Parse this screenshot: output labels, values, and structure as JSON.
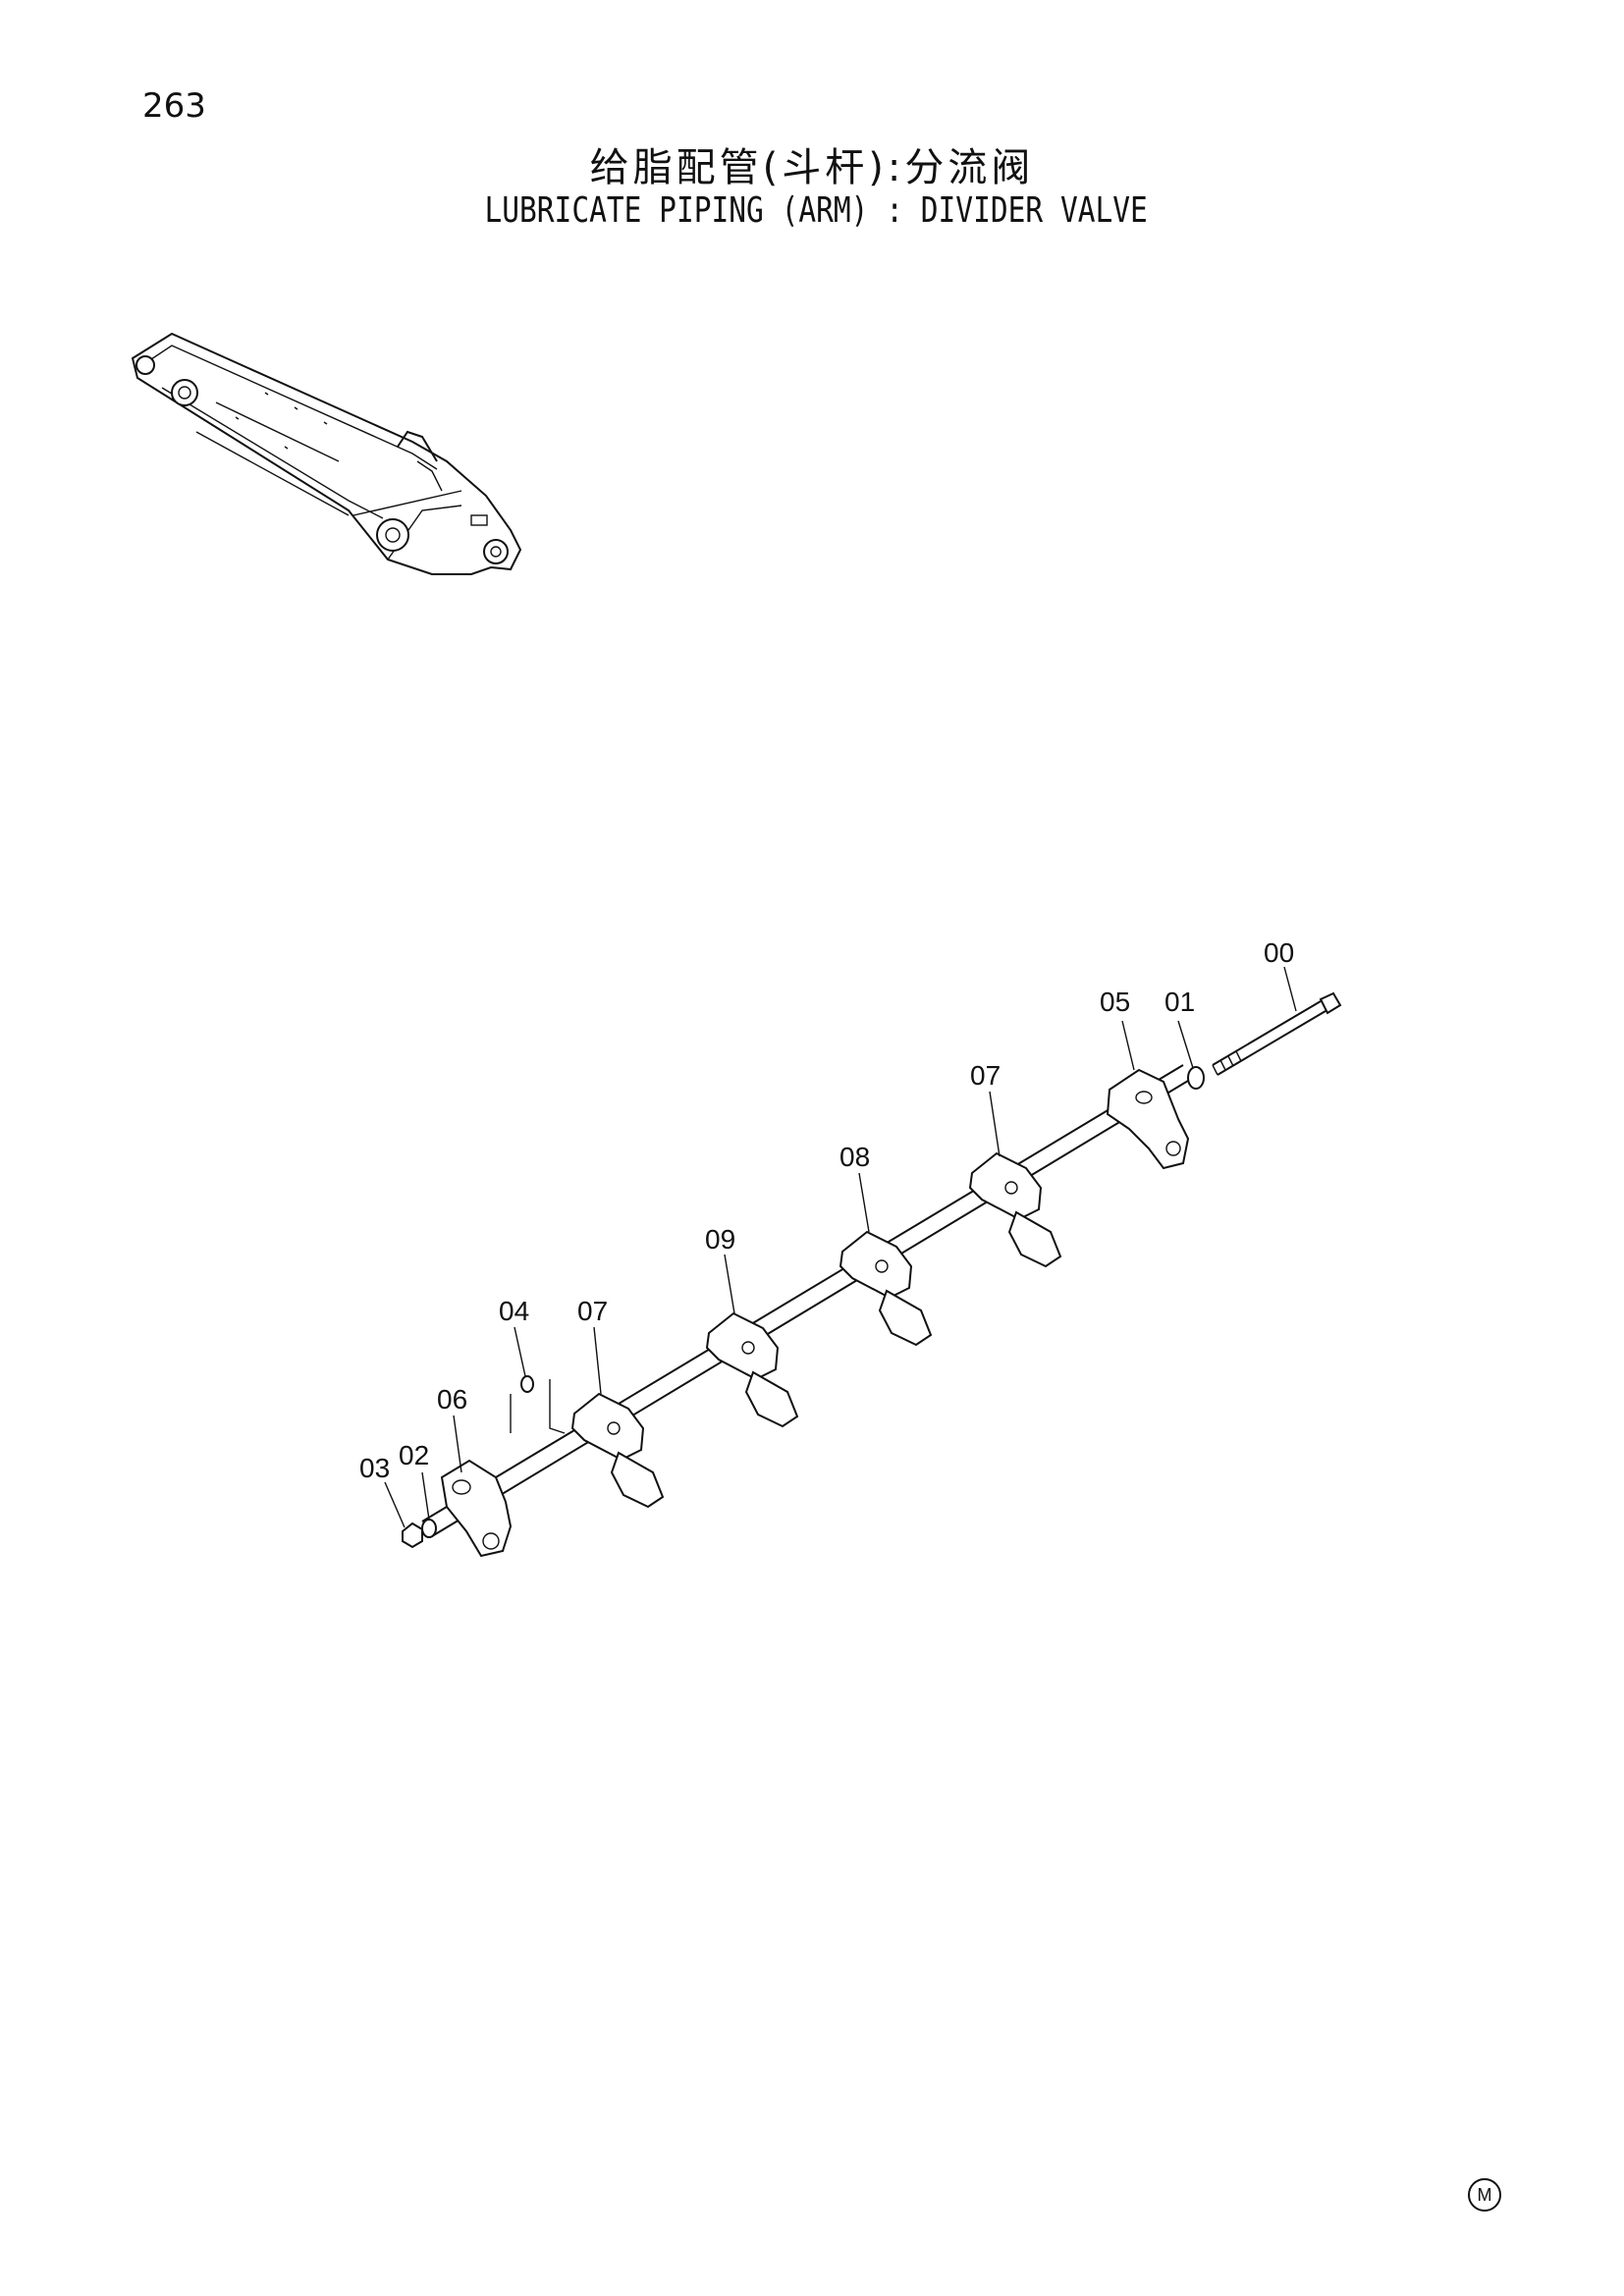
{
  "page": {
    "number": "263",
    "title_cn": "给脂配管(斗杆):分流阀",
    "title_en": "LUBRICATE PIPING (ARM) : DIVIDER VALVE",
    "mark": "M"
  },
  "callouts": [
    {
      "id": "c-00",
      "label": "00"
    },
    {
      "id": "c-01",
      "label": "01"
    },
    {
      "id": "c-05",
      "label": "05"
    },
    {
      "id": "c-07a",
      "label": "07"
    },
    {
      "id": "c-08",
      "label": "08"
    },
    {
      "id": "c-09",
      "label": "09"
    },
    {
      "id": "c-07b",
      "label": "07"
    },
    {
      "id": "c-04",
      "label": "04"
    },
    {
      "id": "c-06",
      "label": "06"
    },
    {
      "id": "c-02",
      "label": "02"
    },
    {
      "id": "c-03",
      "label": "03"
    }
  ]
}
